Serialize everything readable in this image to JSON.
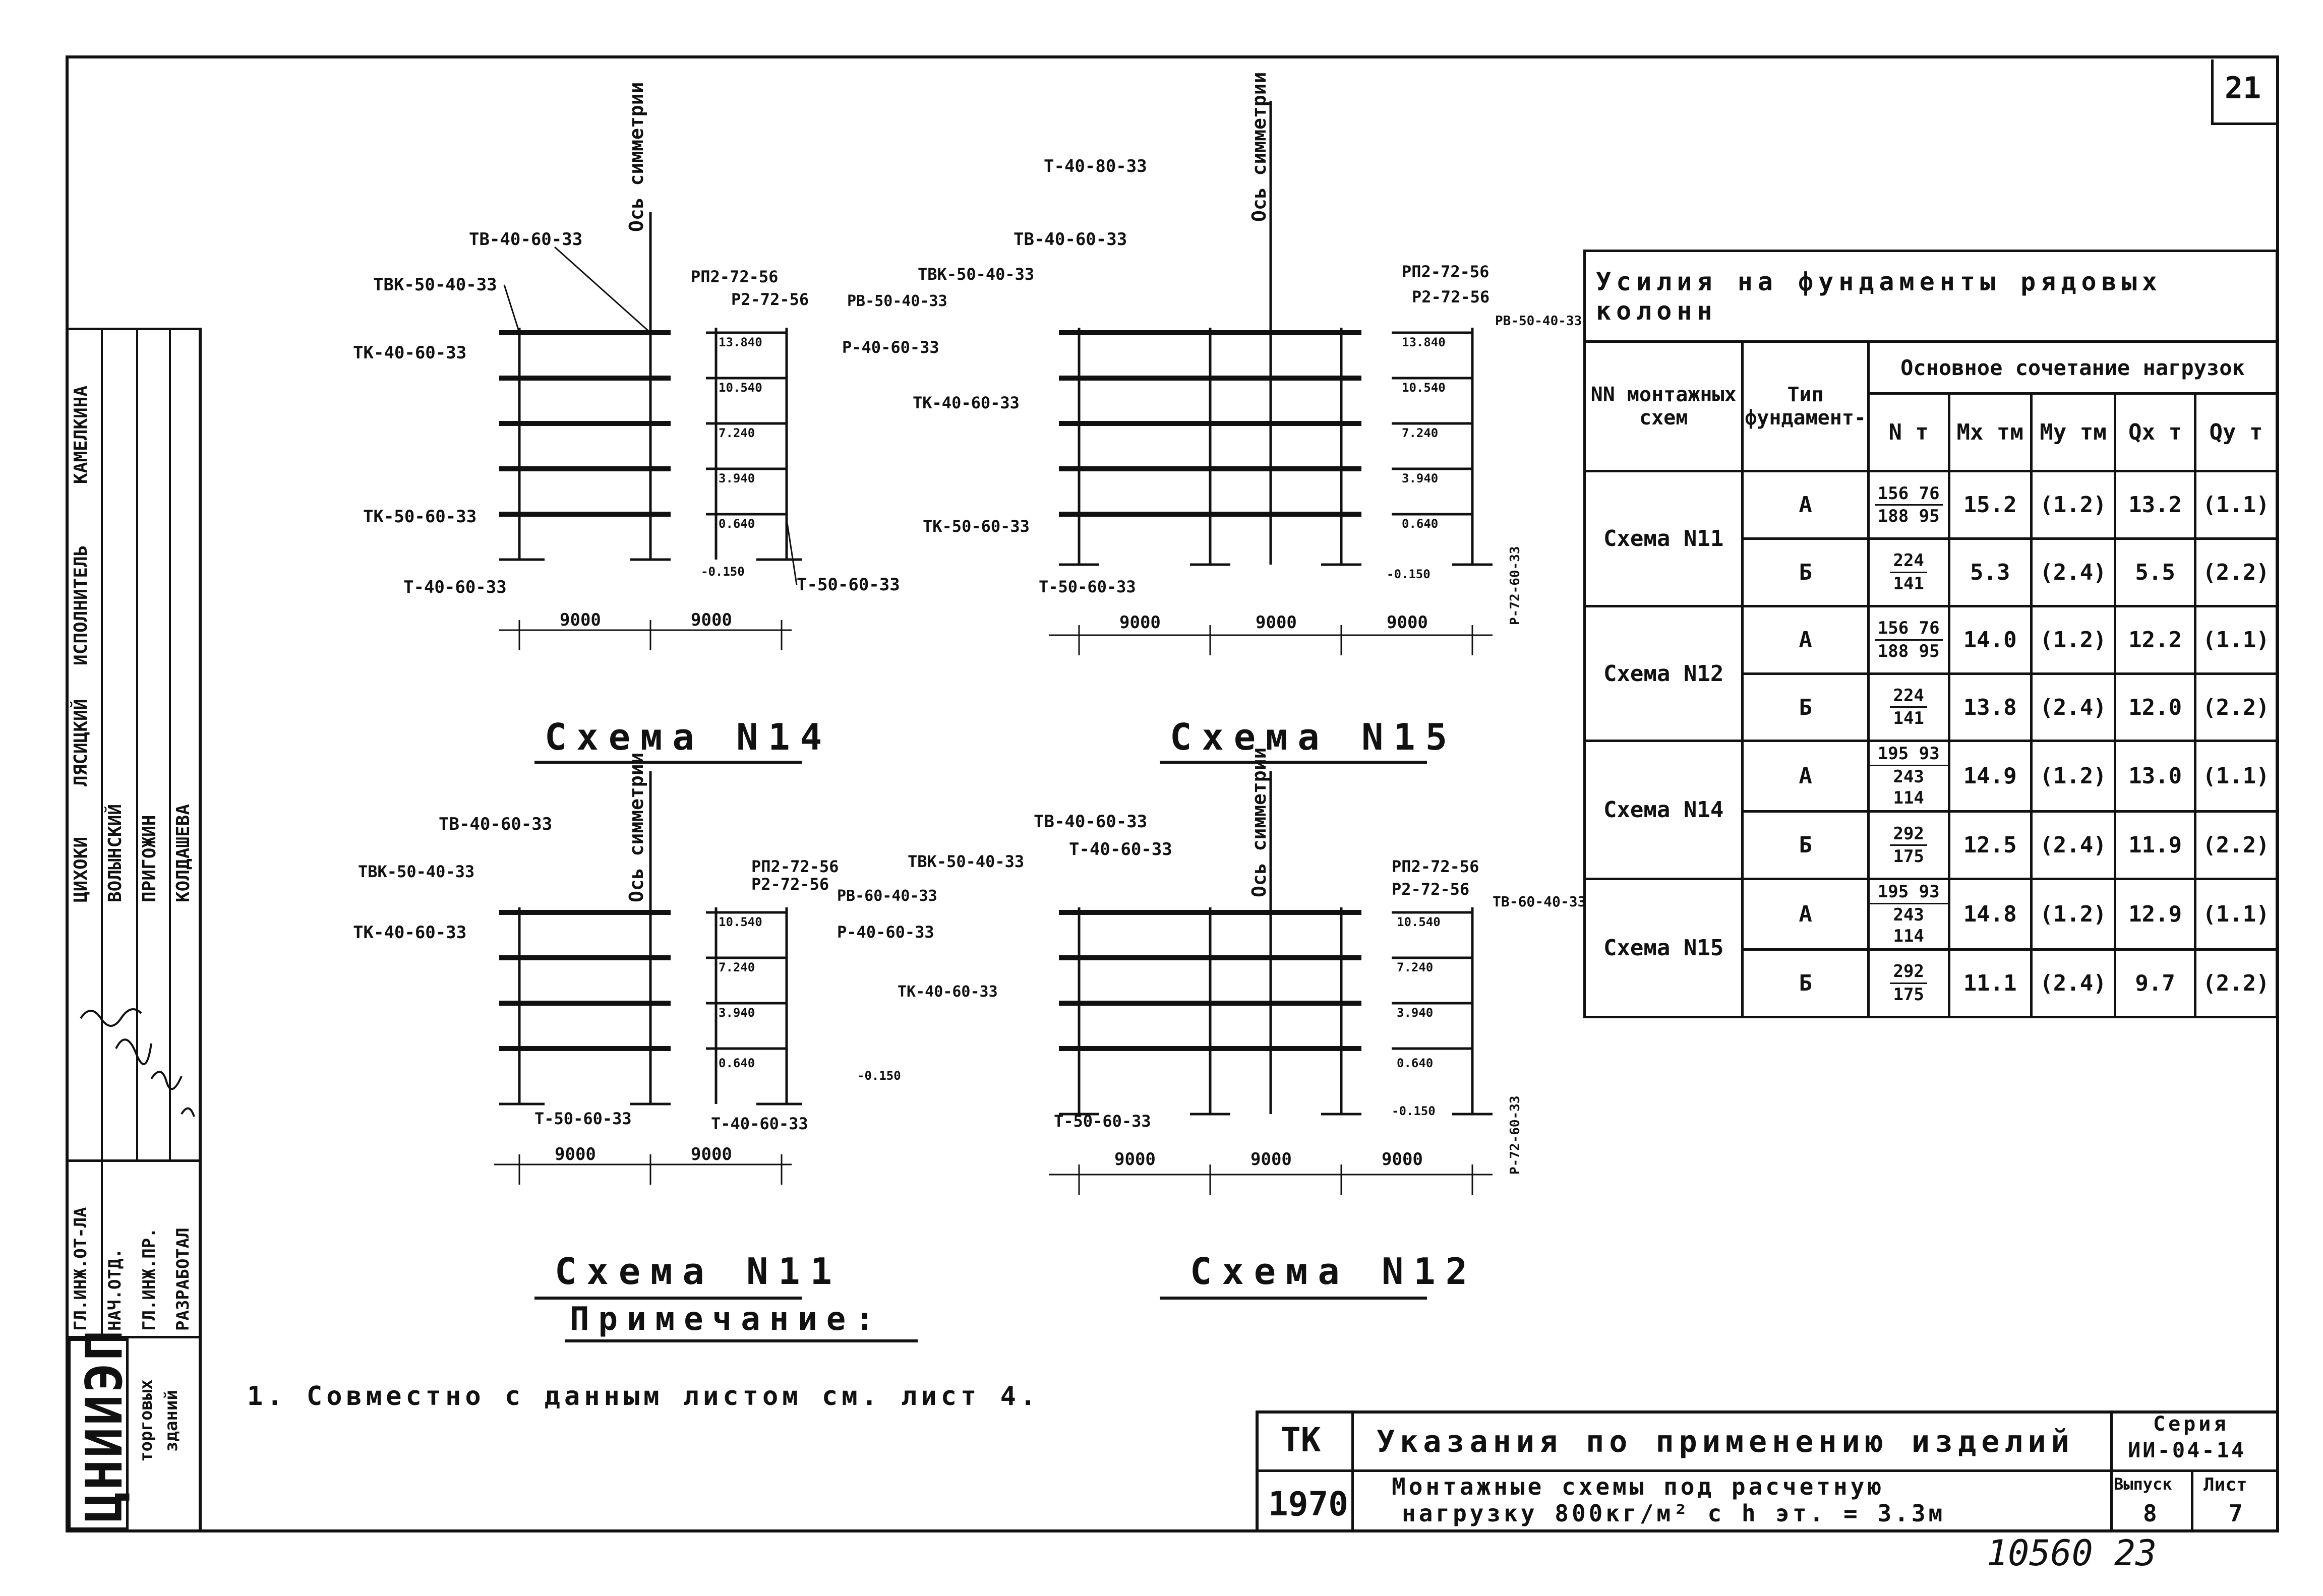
{
  "sheet": {
    "number": "21",
    "stamp": "10560 23",
    "org": "ЦНИИЭП",
    "org_sub_1": "торговых",
    "org_sub_2": "зданий"
  },
  "staff": {
    "roles": [
      "ГЛ.ИНЖ.ОТ-ЛА",
      "НАЧ.ОТД.",
      "ГЛ.ИНЖ.ПР.",
      "РАЗРАБОТАЛ"
    ],
    "names": [
      "ЦИХОКИ",
      "ВОЛЫНСКИЙ",
      "ПРИГОЖИН",
      "КОЛДАШЕВА"
    ],
    "header_performer": "ИСПОЛНИТЕЛЬ",
    "header_checker": "ЛЯСИЦКИЙ",
    "header_surname": "КАМЕЛКИНА"
  },
  "schemes": {
    "s14": {
      "title": "Схема N14",
      "axis_label": "Ось симметрии",
      "labels": [
        "ТВ-40-60-33",
        "ТВК-50-40-33",
        "ТК-40-60-33",
        "ТК-50-60-33",
        "Т-40-60-33",
        "РП2-72-56",
        "Р2-72-56",
        "РВ-50-40-33",
        "Р-40-60-33",
        "Т-50-60-33"
      ],
      "levels": [
        "13.840",
        "10.540",
        "7.240",
        "3.940",
        "0.640",
        "-0.150"
      ],
      "spans": [
        "9000",
        "9000"
      ]
    },
    "s15": {
      "title": "Схема N15",
      "axis_label": "Ось симметрии",
      "labels": [
        "Т-40-80-33",
        "ТВ-40-60-33",
        "ТВК-50-40-33",
        "ТК-40-60-33",
        "ТК-50-60-33",
        "Т-50-60-33",
        "РП2-72-56",
        "Р2-72-56",
        "РВ-50-40-33",
        "Р-72-60-33"
      ],
      "levels": [
        "13.840",
        "10.540",
        "7.240",
        "3.940",
        "0.640",
        "-0.150"
      ],
      "spans": [
        "9000",
        "9000",
        "9000"
      ]
    },
    "s11": {
      "title": "Схема N11",
      "axis_label": "Ось симметрии",
      "labels": [
        "ТВ-40-60-33",
        "ТВК-50-40-33",
        "ТК-40-60-33",
        "Т-50-60-33",
        "Т-40-60-33",
        "РП2-72-56",
        "Р2-72-56",
        "РВ-60-40-33",
        "Р-40-60-33"
      ],
      "levels": [
        "10.540",
        "7.240",
        "3.940",
        "0.640",
        "-0.150"
      ],
      "spans": [
        "9000",
        "9000"
      ]
    },
    "s12": {
      "title": "Схема N12",
      "axis_label": "Ось симметрии",
      "labels": [
        "ТВ-40-60-33",
        "Т-40-60-33",
        "ТВК-50-40-33",
        "ТК-40-60-33",
        "Т-50-60-33",
        "РП2-72-56",
        "Р2-72-56",
        "ТВ-60-40-33",
        "Р-72-60-33"
      ],
      "levels": [
        "10.540",
        "7.240",
        "3.940",
        "0.640",
        "-0.150"
      ],
      "spans": [
        "9000",
        "9000",
        "9000"
      ]
    }
  },
  "table": {
    "title": "Усилия на фундаменты рядовых колонн",
    "col_scheme": "NN монтажных схем",
    "col_type": "Тип фундамент-",
    "col_group": "Основное сочетание нагрузок",
    "col_n": "N т",
    "col_mx": "Mx тм",
    "col_my": "My тм",
    "col_qx": "Qx т",
    "col_qy": "Qy т",
    "rows": [
      {
        "scheme": "Схема N11",
        "type": "А",
        "n_top": "156 76",
        "n_bot": "188 95",
        "mx": "15.2",
        "my": "(1.2)",
        "qx": "13.2",
        "qy": "(1.1)"
      },
      {
        "scheme": "",
        "type": "Б",
        "n_top": "224",
        "n_bot": "141",
        "mx": "5.3",
        "my": "(2.4)",
        "qx": "5.5",
        "qy": "(2.2)"
      },
      {
        "scheme": "Схема N12",
        "type": "А",
        "n_top": "156 76",
        "n_bot": "188 95",
        "mx": "14.0",
        "my": "(1.2)",
        "qx": "12.2",
        "qy": "(1.1)"
      },
      {
        "scheme": "",
        "type": "Б",
        "n_top": "224",
        "n_bot": "141",
        "mx": "13.8",
        "my": "(2.4)",
        "qx": "12.0",
        "qy": "(2.2)"
      },
      {
        "scheme": "Схема N14",
        "type": "А",
        "n_top": "195 93",
        "n_bot": "243 114",
        "mx": "14.9",
        "my": "(1.2)",
        "qx": "13.0",
        "qy": "(1.1)"
      },
      {
        "scheme": "",
        "type": "Б",
        "n_top": "292",
        "n_bot": "175",
        "mx": "12.5",
        "my": "(2.4)",
        "qx": "11.9",
        "qy": "(2.2)"
      },
      {
        "scheme": "Схема N15",
        "type": "А",
        "n_top": "195 93",
        "n_bot": "243 114",
        "mx": "14.8",
        "my": "(1.2)",
        "qx": "12.9",
        "qy": "(1.1)"
      },
      {
        "scheme": "",
        "type": "Б",
        "n_top": "292",
        "n_bot": "175",
        "mx": "11.1",
        "my": "(2.4)",
        "qx": "9.7",
        "qy": "(2.2)"
      }
    ]
  },
  "notes": {
    "heading": "Примечание:",
    "line1": "1. Совместно с данным листом см. лист 4."
  },
  "title_block": {
    "code": "ТК",
    "year": "1970",
    "title": "Указания по применению изделий",
    "subtitle_1": "Монтажные схемы под расчетную",
    "subtitle_2": "нагрузку 800кг/м² с h эт. = 3.3м",
    "series_label": "Серия",
    "series_value": "ИИ-04-14",
    "issue_label": "Выпуск",
    "issue_value": "8",
    "sheet_label": "Лист",
    "sheet_value": "7"
  }
}
